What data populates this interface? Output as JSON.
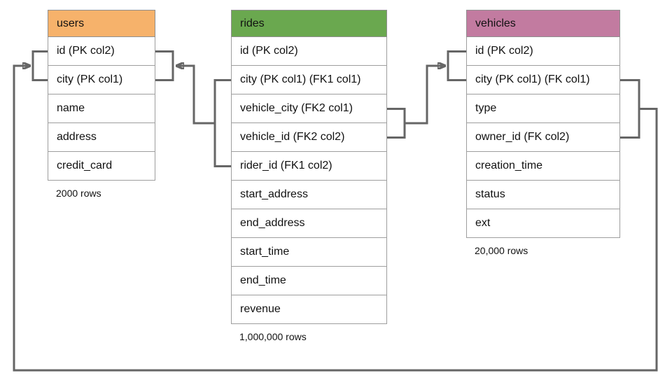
{
  "diagram": {
    "title": "database-schema-diagram",
    "background_color": "#ffffff",
    "line_color": "#666666",
    "border_color": "#9e9e9e"
  },
  "tables": [
    {
      "name": "users",
      "header_color": "#f6b26b",
      "columns": [
        "id (PK col2)",
        "city (PK col1)",
        "name",
        "address",
        "credit_card"
      ],
      "row_count": "2000 rows"
    },
    {
      "name": "rides",
      "header_color": "#6aa84f",
      "columns": [
        "id (PK col2)",
        "city (PK col1) (FK1 col1)",
        "vehicle_city (FK2 col1)",
        "vehicle_id (FK2 col2)",
        "rider_id (FK1 col2)",
        "start_address",
        "end_address",
        "start_time",
        "end_time",
        "revenue"
      ],
      "row_count": "1,000,000 rows"
    },
    {
      "name": "vehicles",
      "header_color": "#c27ba0",
      "columns": [
        "id (PK col2)",
        "city (PK col1) (FK col1)",
        "type",
        "owner_id (FK col2)",
        "creation_time",
        "status",
        "ext"
      ],
      "row_count": "20,000 rows"
    }
  ],
  "relationships": [
    {
      "name": "FK1",
      "from": "rides (city, rider_id)",
      "to": "users (city, id)"
    },
    {
      "name": "FK2",
      "from": "rides (vehicle_city, vehicle_id)",
      "to": "vehicles (city, id)"
    },
    {
      "name": "FK",
      "from": "vehicles (city, owner_id)",
      "to": "users (city, id)"
    }
  ]
}
